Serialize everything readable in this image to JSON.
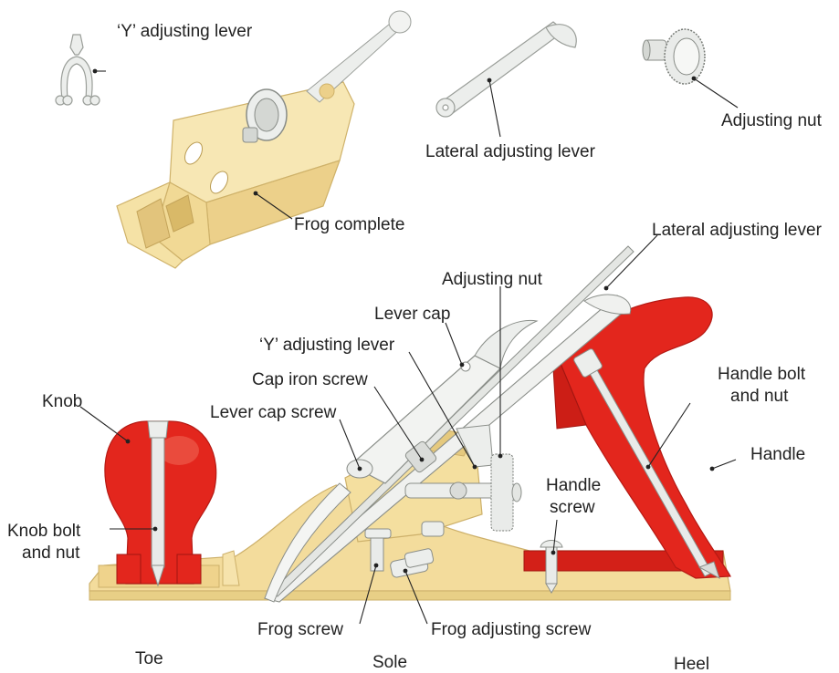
{
  "labels": {
    "y_lever_top": "‘Y’ adjusting lever",
    "lateral_lever_top": "Lateral adjusting lever",
    "adjusting_nut_top": "Adjusting nut",
    "frog_complete": "Frog complete",
    "lateral_lever_main": "Lateral adjusting lever",
    "adjusting_nut_main": "Adjusting nut",
    "lever_cap": "Lever cap",
    "y_lever_main": "‘Y’ adjusting lever",
    "cap_iron_screw": "Cap iron screw",
    "lever_cap_screw": "Lever cap screw",
    "knob": "Knob",
    "handle_bolt_line1": "Handle bolt",
    "handle_bolt_line2": "and nut",
    "handle": "Handle",
    "handle_screw_line1": "Handle",
    "handle_screw_line2": "screw",
    "knob_bolt_line1": "Knob bolt",
    "knob_bolt_line2": "and nut",
    "frog_screw": "Frog screw",
    "frog_adjusting_screw": "Frog adjusting screw",
    "toe": "Toe",
    "sole": "Sole",
    "heel": "Heel"
  },
  "colors": {
    "brass": "#f3dc9c",
    "brass_dark": "#d9bd72",
    "red": "#e3261d",
    "red_dark": "#b51a14",
    "steel": "#e9ebe9",
    "steel_dark": "#a7aba6"
  }
}
